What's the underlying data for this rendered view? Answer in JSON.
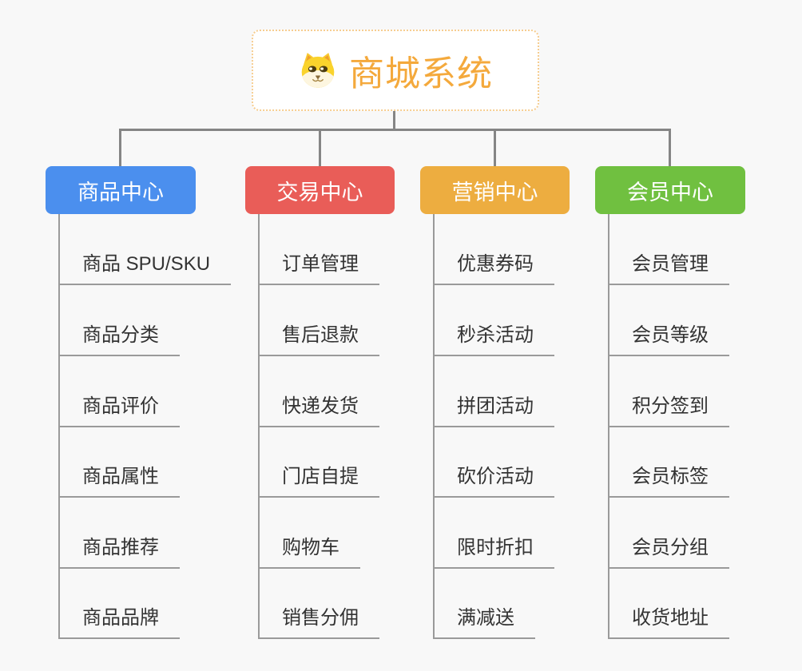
{
  "root": {
    "title": "商城系统",
    "icon": "dog-face-icon",
    "title_color": "#f4a93c",
    "border_color": "#f6cd90"
  },
  "connector_color": "#858585",
  "underline_color": "#9a9a9a",
  "branches": [
    {
      "label": "商品中心",
      "color": "#4b8fee",
      "items": [
        "商品 SPU/SKU",
        "商品分类",
        "商品评价",
        "商品属性",
        "商品推荐",
        "商品品牌"
      ]
    },
    {
      "label": "交易中心",
      "color": "#e95d58",
      "items": [
        "订单管理",
        "售后退款",
        "快递发货",
        "门店自提",
        "购物车",
        "销售分佣"
      ]
    },
    {
      "label": "营销中心",
      "color": "#edad40",
      "items": [
        "优惠券码",
        "秒杀活动",
        "拼团活动",
        "砍价活动",
        "限时折扣",
        "满减送"
      ]
    },
    {
      "label": "会员中心",
      "color": "#70c040",
      "items": [
        "会员管理",
        "会员等级",
        "积分签到",
        "会员标签",
        "会员分组",
        "收货地址"
      ]
    }
  ]
}
